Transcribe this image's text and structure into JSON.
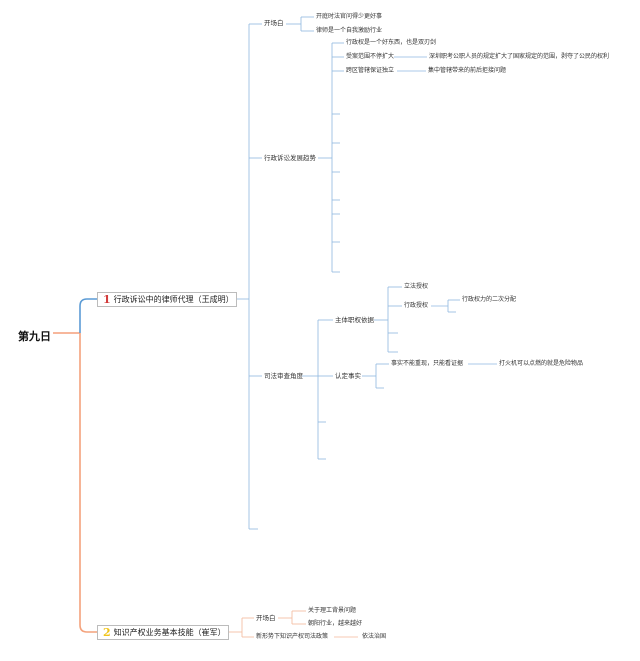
{
  "colors": {
    "blue_branch": "#5b9bd5",
    "orange_branch": "#f4a27c",
    "root_line": "#f28c61",
    "red_number": "#d23b3b",
    "yellow_number": "#f0c419"
  },
  "root": "第九日",
  "topic1": {
    "number": "1",
    "label": "行政诉讼中的律师代理（王成明）",
    "opening": {
      "label": "开场白",
      "items": [
        "开庭时法官问得少更好事",
        "律师是一个自我激励行业"
      ]
    },
    "trend": {
      "label": "行政诉讼发展趋势",
      "items": [
        "行政权是一个好东西，也是双刃剑",
        "受案范围不停扩大",
        "跨区管辖保证独立"
      ],
      "expand_note": "深圳职考公职人员的规定扩大了国家规定的范围，剥夺了公民的权利",
      "cross_note": "集中管辖带来的前后拒接问题"
    },
    "review": {
      "label": "司法审查角度",
      "subject": {
        "label": "主体职权依据",
        "items": [
          "立法授权",
          "行政授权"
        ],
        "grant_note": "行政权力的二次分配"
      },
      "facts": {
        "label": "认定事实",
        "item": "事实不能重现，只能看证据",
        "note": "打火机可以点燃的就是危险物品"
      }
    }
  },
  "topic2": {
    "number": "2",
    "label": "知识产权业务基本技能（崔军）",
    "opening": {
      "label": "开场白",
      "items": [
        "关于理工背景问题",
        "朝阳行业，越来越好"
      ]
    },
    "policy": {
      "label": "新形势下知识产权司法政策",
      "note": "依法治国"
    }
  }
}
